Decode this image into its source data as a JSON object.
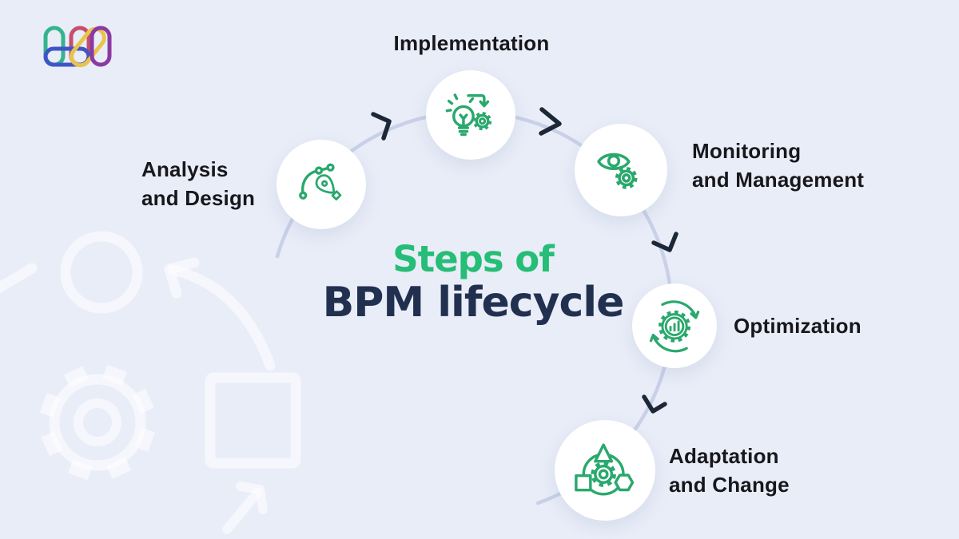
{
  "meta": {
    "type": "infographic",
    "background_color": "#e9edf8"
  },
  "logo": {
    "name": "brand-logo",
    "colors": [
      "#35b48e",
      "#c54f6d",
      "#3f55c6",
      "#e9c44d",
      "#8b3aa2"
    ]
  },
  "title": {
    "line1": "Steps of",
    "line2": "BPM lifecycle",
    "line1_color": "#26bd77",
    "line2_color": "#223050"
  },
  "steps": [
    {
      "id": "analysis-and-design",
      "label_lines": [
        "Analysis",
        "and Design"
      ],
      "icon": "pen-tool-icon"
    },
    {
      "id": "implementation",
      "label_lines": [
        "Implementation"
      ],
      "icon": "lightbulb-gear-icon"
    },
    {
      "id": "monitoring-and-management",
      "label_lines": [
        "Monitoring",
        "and Management"
      ],
      "icon": "eye-gear-icon"
    },
    {
      "id": "optimization",
      "label_lines": [
        "Optimization"
      ],
      "icon": "gear-chart-cycle-icon"
    },
    {
      "id": "adaptation-and-change",
      "label_lines": [
        "Adaptation",
        "and Change"
      ],
      "icon": "shapes-cycle-gear-icon"
    }
  ],
  "colors": {
    "icon_stroke": "#2aa86d",
    "arc": "#c9d1e8",
    "chevron": "#1c2737",
    "label": "#17171c",
    "circle_bg": "#ffffff"
  }
}
